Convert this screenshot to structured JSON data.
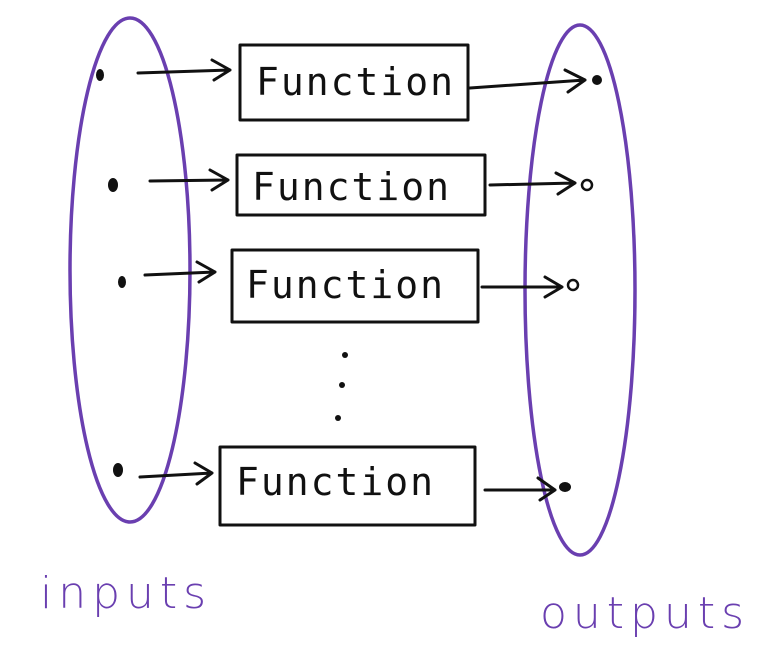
{
  "diagram": {
    "function_label": "Function",
    "functions": [
      {
        "label": "Function"
      },
      {
        "label": "Function"
      },
      {
        "label": "Function"
      },
      {
        "label": "Function"
      }
    ],
    "inputs_label": "inputs",
    "outputs_label": "outputs",
    "colors": {
      "ink": "#111111",
      "group": "#6a3fb0"
    }
  }
}
